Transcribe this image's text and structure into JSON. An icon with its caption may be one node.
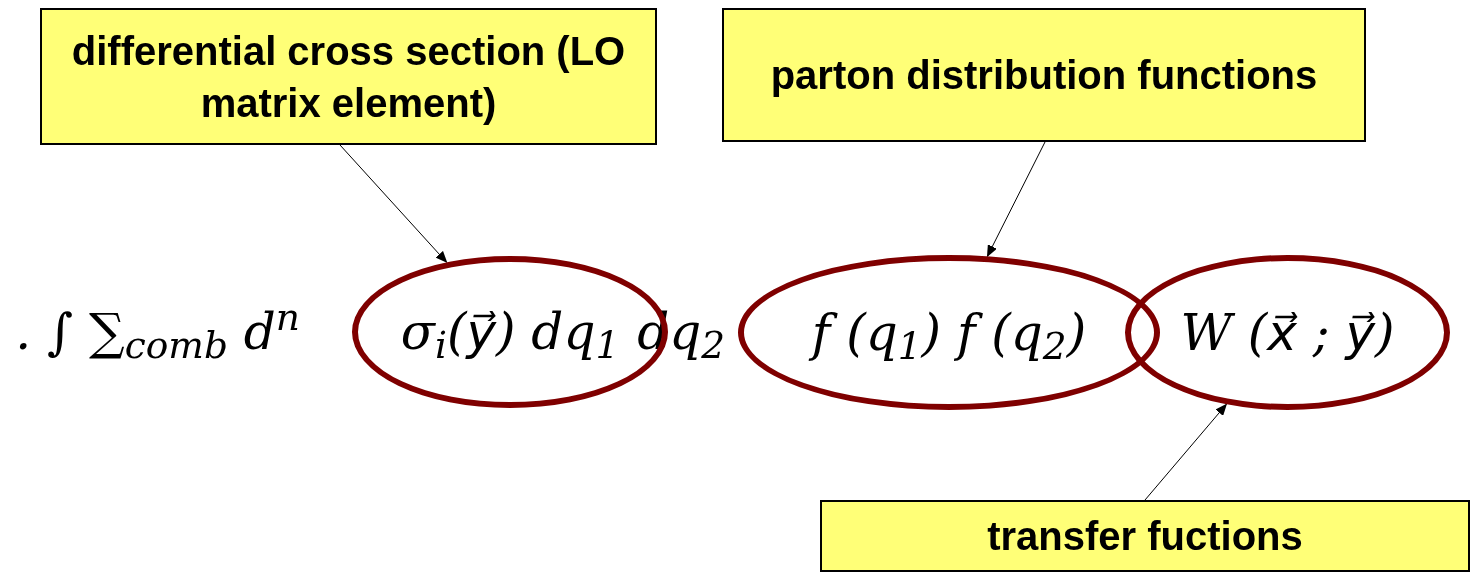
{
  "diagram": {
    "nodes": [
      {
        "text": [
          "differential cross section (LO matrix element)"
        ]
      },
      {
        "text": [
          "parton distribution functions"
        ]
      },
      {
        "text": [
          "σ$_{i}$(y⃗) dq$_{1}$"
        ]
      },
      {
        "text": [
          "f (q$_{1}$) f (q$_{2}$)"
        ]
      },
      {
        "text": [
          "W (x⃗ ; y⃗)"
        ]
      },
      {
        "text": [
          "transfer fuctions"
        ]
      }
    ],
    "edges": [
      {
        "from": 0,
        "to": 2,
        "arrow": "to"
      },
      {
        "from": 1,
        "to": 3,
        "arrow": "to"
      },
      {
        "from": 5,
        "to": 4,
        "arrow": "to"
      }
    ],
    "labels": [
      ". ∫ ∑$_{comb}$ d$^{n}$",
      "dq$_{2}$"
    ]
  }
}
